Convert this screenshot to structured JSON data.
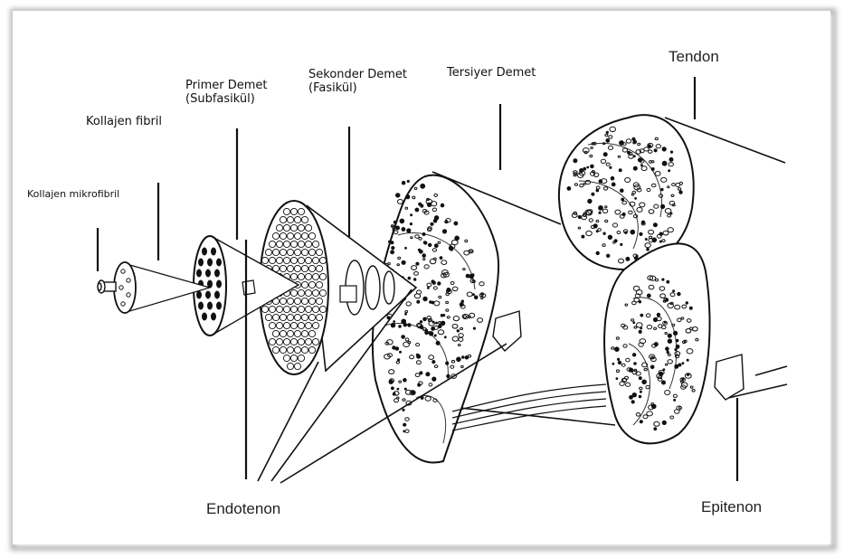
{
  "labels": {
    "kollajen_mikrofibril": "Kollajen mikrofibril",
    "kollajen_fibril": "Kollajen fibril",
    "primer_demet_line1": "Primer Demet",
    "primer_demet_line2": "(Subfasikül)",
    "sekonder_demet_line1": "Sekonder Demet",
    "sekonder_demet_line2": "(Fasikül)",
    "tersiyer_demet": "Tersiyer Demet",
    "tendon": "Tendon",
    "endotenon": "Endotenon",
    "epitenon": "Epitenon"
  },
  "colors": {
    "background": "#ffffff",
    "ink": "#111111",
    "border_shadow": "#9a9a9a"
  }
}
